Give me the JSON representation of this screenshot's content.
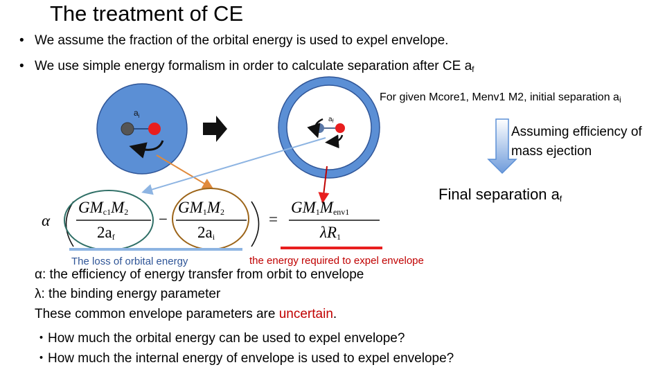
{
  "slide": {
    "title": "The treatment of CE",
    "bullets": [
      "We assume the fraction of the orbital energy is used to expel envelope.",
      "We use simple energy formalism in order to calculate separation after CE"
    ],
    "bullet_2_symbol": "a",
    "bullet_2_sub": "f",
    "given": "For given Mcore1, Menv1 M2, initial separation a",
    "given_sub": "i",
    "assume": "Assuming efficiency of mass ejection",
    "final": "Final separation a",
    "final_sub": "f",
    "diagram": {
      "left_label": "a",
      "left_sub": "i",
      "right_label": "a",
      "right_sub": "f"
    },
    "formula": {
      "alpha": "α",
      "term1_num": "GM",
      "term1_num_sub": "c1",
      "term1_num_b": "M",
      "term1_num_b_sub": "2",
      "term1_den": "2a",
      "term1_den_sub": "f",
      "minus": "−",
      "term2_num": "GM",
      "term2_num_sub": "1",
      "term2_num_b": "M",
      "term2_num_b_sub": "2",
      "term2_den": "2a",
      "term2_den_sub": "i",
      "equals": "=",
      "rhs_num": "GM",
      "rhs_num_sub": "1",
      "rhs_num_b": "M",
      "rhs_num_b_sub": "env1",
      "rhs_den": "λR",
      "rhs_den_sub": "1"
    },
    "label_orbital": "The loss of orbital energy",
    "label_required": "the energy required to expel envelope",
    "line_alpha": "α: the efficiency of energy transfer from orbit to envelope",
    "line_lambda": "λ:  the binding energy parameter",
    "line_common_pre": "These common envelope parameters are ",
    "line_common_red": "uncertain",
    "line_common_post": ".",
    "line_q1": "・How much the orbital energy can be used to expel envelope?",
    "line_q2": "・How much the internal energy of envelope is used to expel envelope?"
  },
  "colors": {
    "blue_fill": "#5B8FD5",
    "blue_edge": "#2F5597",
    "red": "#E81E1E",
    "orange": "#E08A3C",
    "brown": "#9C6418",
    "light_blue": "#8DB4E2"
  }
}
